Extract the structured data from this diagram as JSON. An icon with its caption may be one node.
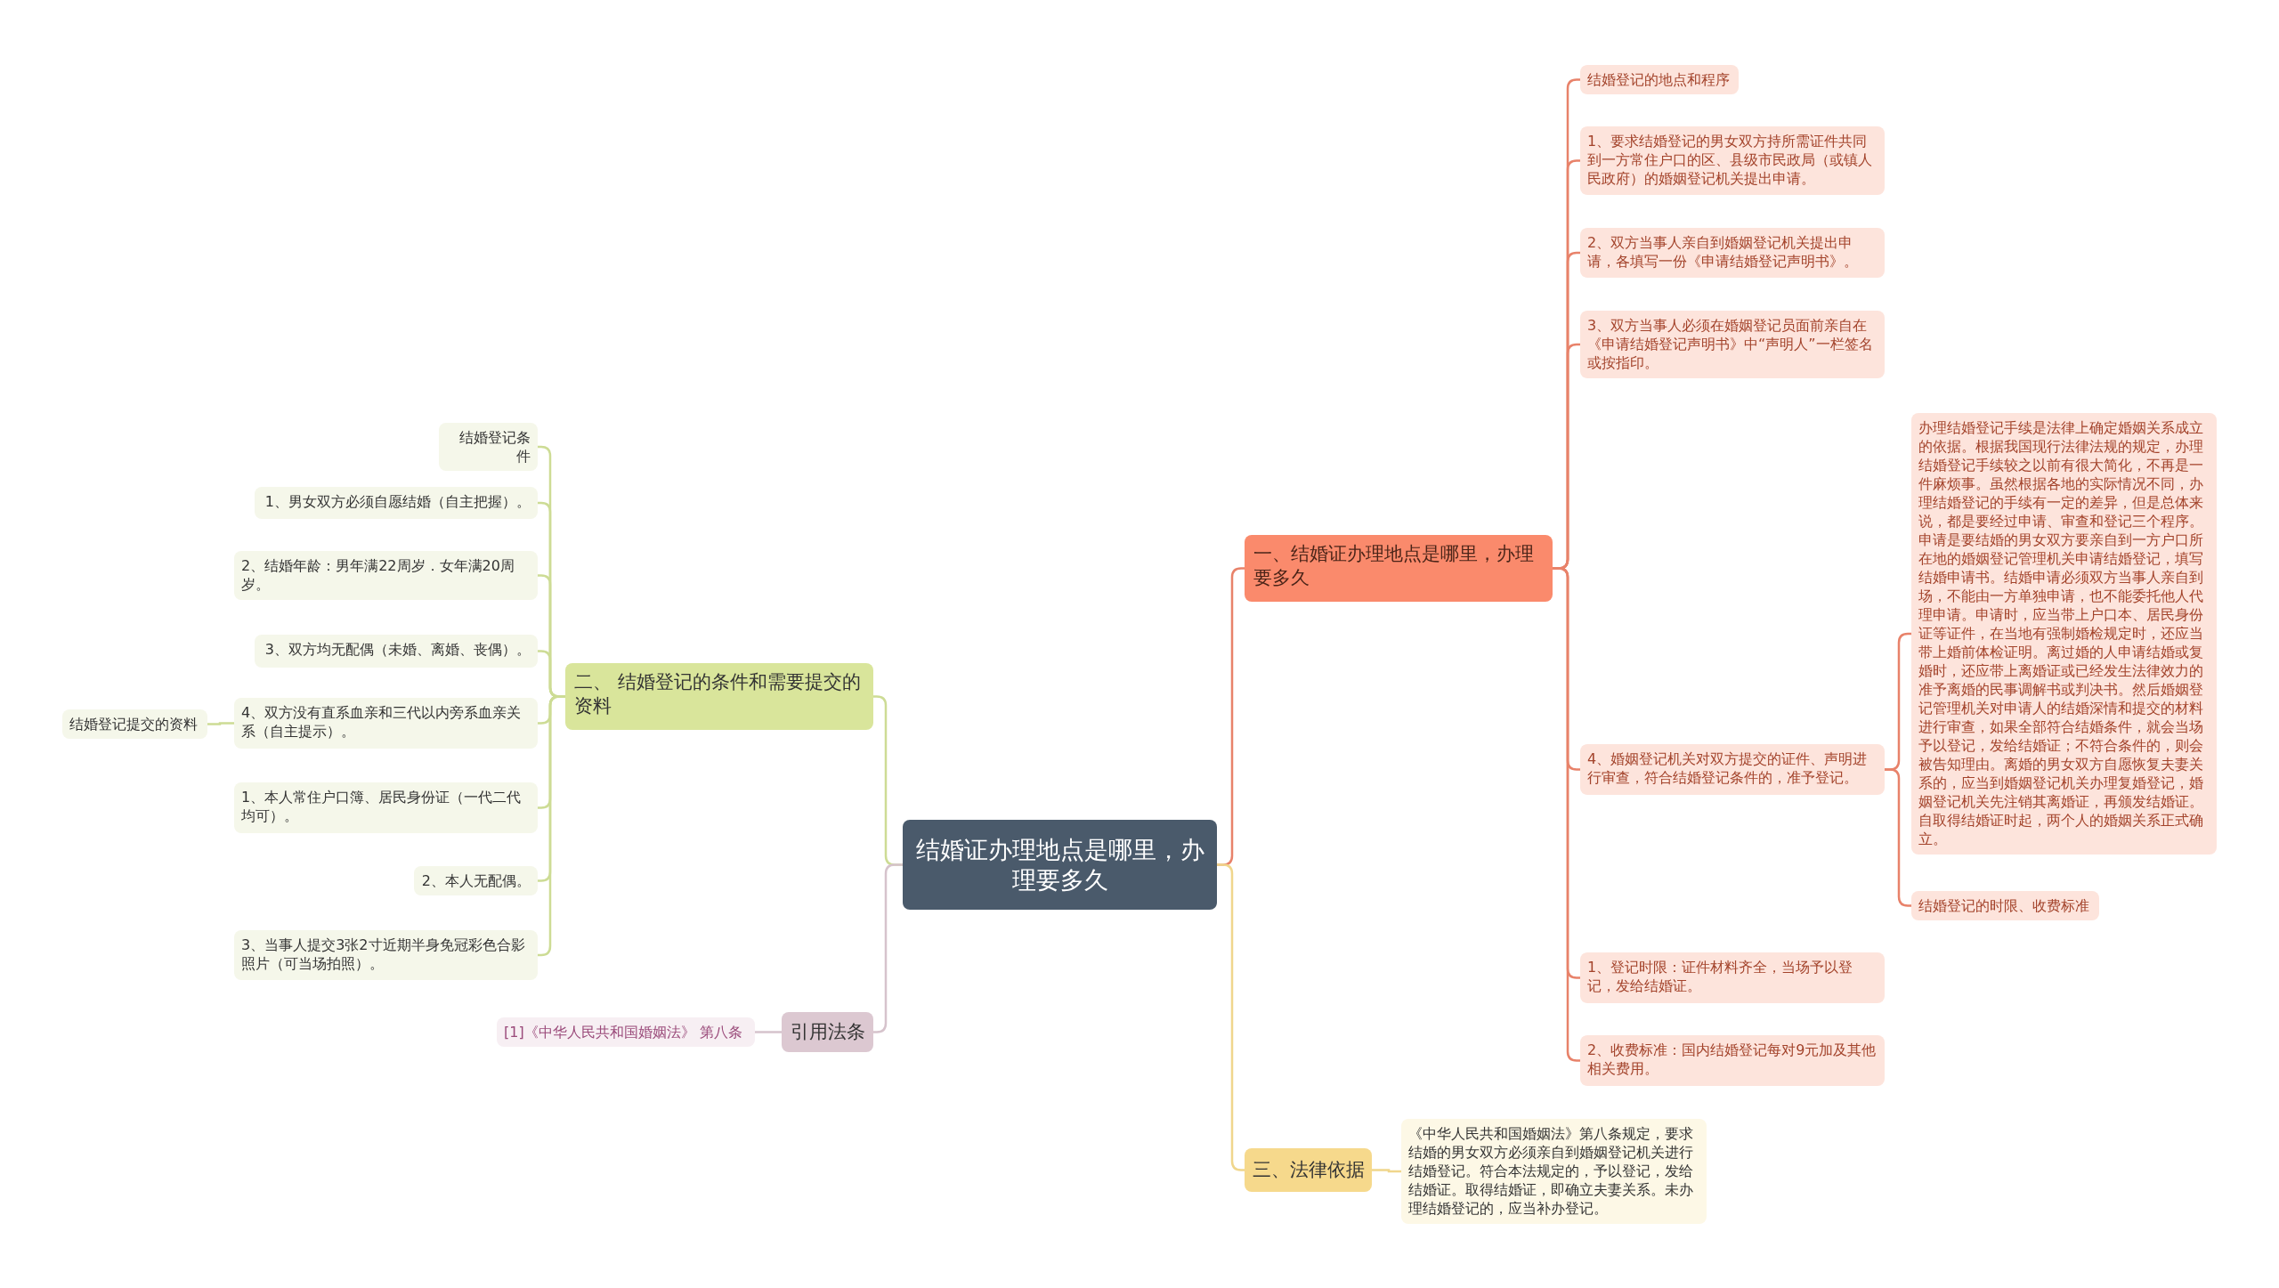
{
  "diagram": {
    "nodes": [
      {
        "text": [
          "结婚证办理地点是哪里，办理要多久"
        ]
      },
      {
        "text": [
          "一、结婚证办理地点是哪里，办理要多久"
        ]
      },
      {
        "text": [
          "结婚登记的地点和程序"
        ]
      },
      {
        "text": [
          "1、要求结婚登记的男女双方持所需证件共同到一方常住户口的区、县级市民政局（或镇人民政府）的婚姻登记机关提出申请。"
        ]
      },
      {
        "text": [
          "2、双方当事人亲自到婚姻登记机关提出申请，各填写一份《申请结婚登记声明书》。"
        ]
      },
      {
        "text": [
          "3、双方当事人必须在婚姻登记员面前亲自在《申请结婚登记声明书》中“声明人”一栏签名或按指印。"
        ]
      },
      {
        "text": [
          "4、婚姻登记机关对双方提交的证件、声明进行审查，符合结婚登记条件的，准予登记。"
        ]
      },
      {
        "text": [
          "办理结婚登记手续是法律上确定婚姻关系成立的依据。根据我国现行法律法规的规定，办理结婚登记手续较之以前有很大简化，不再是一件麻烦事。虽然根据各地的实际情况不同，办理结婚登记的手续有一定的差异，但是总体来说，都是要经过申请、审查和登记三个程序。申请是要结婚的男女双方要亲自到一方户口所在地的婚姻登记管理机关申请结婚登记，填写结婚申请书。结婚申请必须双方当事人亲自到场，不能由一方单独申请，也不能委托他人代理申请。申请时，应当带上户口本、居民身份证等证件，在当地有强制婚检规定时，还应当带上婚前体检证明。离过婚的人申请结婚或复婚时，还应带上离婚证或已经发生法律效力的准予离婚的民事调解书或判决书。然后婚姻登记管理机关对申请人的结婚深情和提交的材料进行审查，如果全部符合结婚条件，就会当场予以登记，发给结婚证；不符合条件的，则会被告知理由。离婚的男女双方自愿恢复夫妻关系的，应当到婚姻登记机关办理复婚登记，婚姻登记机关先注销其离婚证，再颁发结婚证。自取得结婚证时起，两个人的婚姻关系正式确立。"
        ]
      },
      {
        "text": [
          "结婚登记的时限、收费标准"
        ]
      },
      {
        "text": [
          "1、登记时限：证件材料齐全，当场予以登记，发给结婚证。"
        ]
      },
      {
        "text": [
          "2、收费标准：国内结婚登记每对9元加及其他相关费用。"
        ]
      },
      {
        "text": [
          "二、 结婚登记的条件和需要提交的资料"
        ]
      },
      {
        "text": [
          "结婚登记条件"
        ]
      },
      {
        "text": [
          "1、男女双方必须自愿结婚（自主把握）。"
        ]
      },
      {
        "text": [
          "2、结婚年龄：男年满22周岁．女年满20周岁。"
        ]
      },
      {
        "text": [
          "3、双方均无配偶（未婚、离婚、丧偶）。"
        ]
      },
      {
        "text": [
          "4、双方没有直系血亲和三代以内旁系血亲关系（自主提示）。"
        ]
      },
      {
        "text": [
          "结婚登记提交的资料"
        ]
      },
      {
        "text": [
          "1、本人常住户口簿、居民身份证（一代二代均可）。"
        ]
      },
      {
        "text": [
          "2、本人无配偶。"
        ]
      },
      {
        "text": [
          "3、当事人提交3张2寸近期半身免冠彩色合影照片（可当场拍照）。"
        ]
      },
      {
        "text": [
          "三、法律依据"
        ]
      },
      {
        "text": [
          "《中华人民共和国婚姻法》第八条规定，要求结婚的男女双方必须亲自到婚姻登记机关进行结婚登记。符合本法规定的，予以登记，发给结婚证。取得结婚证，即确立夫妻关系。未办理结婚登记的，应当补办登记。"
        ]
      },
      {
        "text": [
          "引用法条"
        ]
      },
      {
        "text": [
          "[1]《中华人民共和国婚姻法》 第八条"
        ]
      }
    ],
    "edges": [
      {
        "from": 0,
        "to": 1,
        "arrow": "none",
        "color": "#e8826a"
      },
      {
        "from": 1,
        "to": 2,
        "arrow": "none",
        "color": "#e8826a"
      },
      {
        "from": 1,
        "to": 3,
        "arrow": "none",
        "color": "#e8826a"
      },
      {
        "from": 1,
        "to": 4,
        "arrow": "none",
        "color": "#e8826a"
      },
      {
        "from": 1,
        "to": 5,
        "arrow": "none",
        "color": "#e8826a"
      },
      {
        "from": 1,
        "to": 6,
        "arrow": "none",
        "color": "#e8826a"
      },
      {
        "from": 6,
        "to": 7,
        "arrow": "none",
        "color": "#e8826a"
      },
      {
        "from": 6,
        "to": 8,
        "arrow": "none",
        "color": "#e8826a"
      },
      {
        "from": 1,
        "to": 9,
        "arrow": "none",
        "color": "#e8826a"
      },
      {
        "from": 1,
        "to": 10,
        "arrow": "none",
        "color": "#e8826a"
      },
      {
        "from": 0,
        "to": 11,
        "arrow": "none",
        "color": "#cddc95"
      },
      {
        "from": 11,
        "to": 12,
        "arrow": "none",
        "color": "#cddc95"
      },
      {
        "from": 11,
        "to": 13,
        "arrow": "none",
        "color": "#cddc95"
      },
      {
        "from": 11,
        "to": 14,
        "arrow": "none",
        "color": "#cddc95"
      },
      {
        "from": 11,
        "to": 15,
        "arrow": "none",
        "color": "#cddc95"
      },
      {
        "from": 11,
        "to": 16,
        "arrow": "none",
        "color": "#cddc95"
      },
      {
        "from": 16,
        "to": 17,
        "arrow": "none",
        "color": "#cddc95"
      },
      {
        "from": 11,
        "to": 18,
        "arrow": "none",
        "color": "#cddc95"
      },
      {
        "from": 11,
        "to": 19,
        "arrow": "none",
        "color": "#cddc95"
      },
      {
        "from": 11,
        "to": 20,
        "arrow": "none",
        "color": "#cddc95"
      },
      {
        "from": 0,
        "to": 21,
        "arrow": "none",
        "color": "#f0d68c"
      },
      {
        "from": 21,
        "to": 22,
        "arrow": "none",
        "color": "#f0d68c"
      },
      {
        "from": 0,
        "to": 23,
        "arrow": "none",
        "color": "#d6c3cc"
      },
      {
        "from": 23,
        "to": 24,
        "arrow": "none",
        "color": "#d6c3cc"
      }
    ]
  }
}
